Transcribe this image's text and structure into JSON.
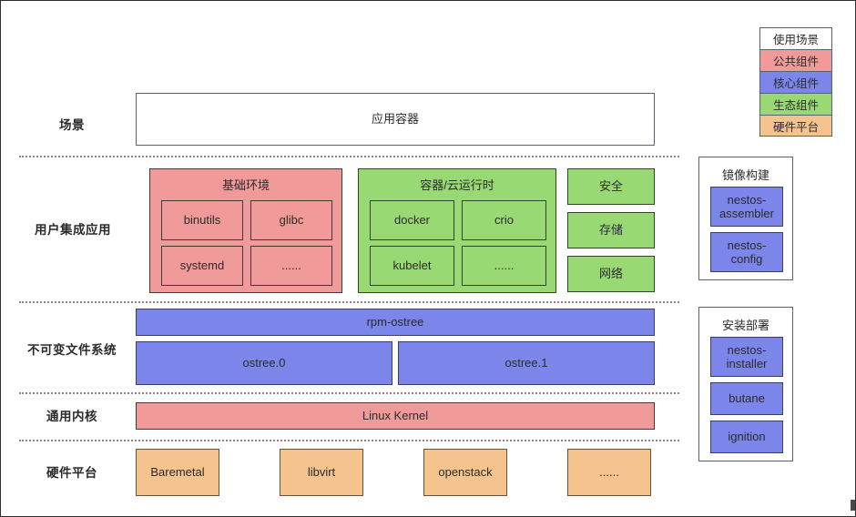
{
  "legend": {
    "title": "使用场景",
    "items": [
      {
        "label": "公共组件",
        "color": "#f09a9a"
      },
      {
        "label": "核心组件",
        "color": "#7b85ea"
      },
      {
        "label": "生态组件",
        "color": "#98d973"
      },
      {
        "label": "硬件平台",
        "color": "#f5c38d"
      }
    ]
  },
  "rows": {
    "scenario": {
      "label": "场景",
      "box": "应用容器"
    },
    "user_apps": {
      "label": "用户集成应用",
      "base_group": {
        "title": "基础环境",
        "items": [
          "binutils",
          "glibc",
          "systemd",
          "......"
        ]
      },
      "runtime_group": {
        "title": "容器/云运行时",
        "items": [
          "docker",
          "crio",
          "kubelet",
          "......"
        ]
      },
      "side_items": [
        "安全",
        "存储",
        "网络"
      ]
    },
    "filesystem": {
      "label": "不可变文件系统",
      "top": "rpm-ostree",
      "slots": [
        "ostree.0",
        "ostree.1"
      ]
    },
    "kernel": {
      "label": "通用内核",
      "box": "Linux Kernel"
    },
    "hardware": {
      "label": "硬件平台",
      "items": [
        "Baremetal",
        "libvirt",
        "openstack",
        "......"
      ]
    }
  },
  "panels": [
    {
      "title": "镜像构建",
      "items": [
        "nestos-\nassembler",
        "nestos-\nconfig"
      ]
    },
    {
      "title": "安装部署",
      "items": [
        "nestos-\ninstaller",
        "butane",
        "ignition"
      ]
    }
  ]
}
